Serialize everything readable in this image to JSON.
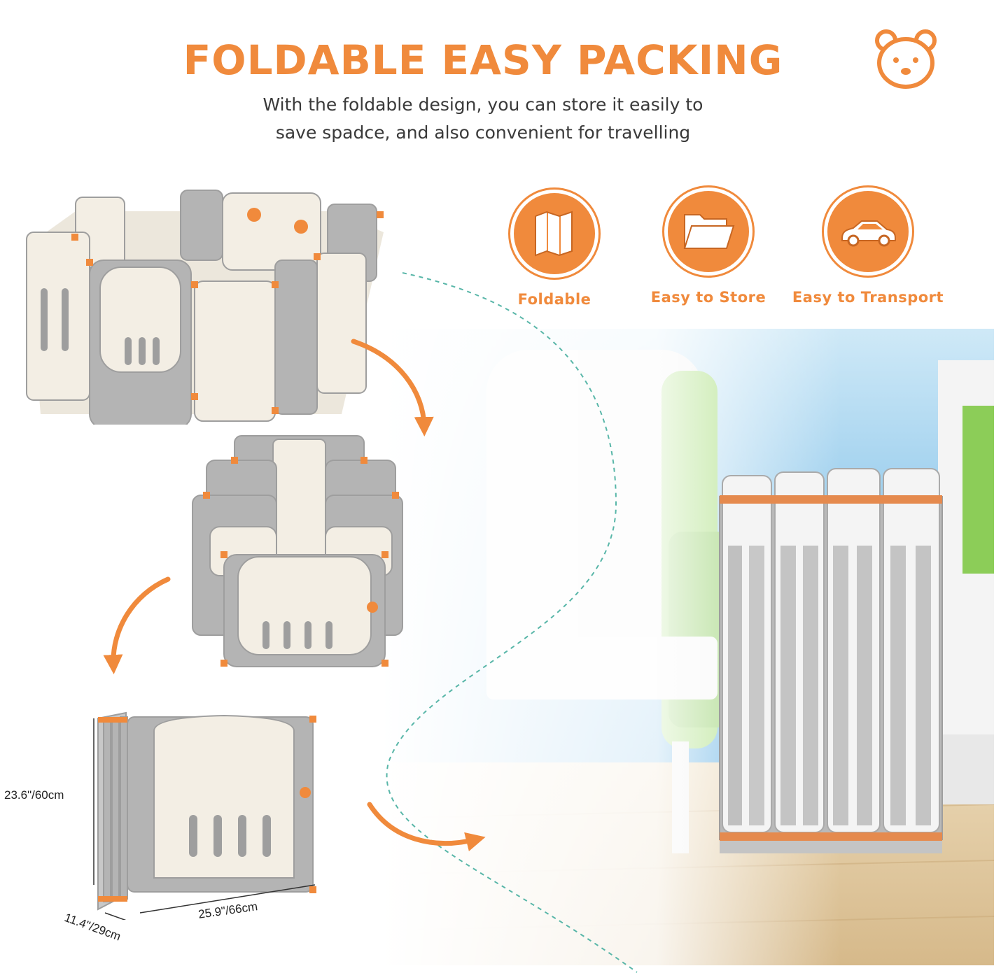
{
  "header": {
    "title": "FOLDABLE EASY PACKING",
    "subtitle_lines": [
      "With the foldable design, you can store it easily to",
      "save spadce, and also convenient for travelling"
    ]
  },
  "features": [
    {
      "label": "Foldable",
      "icon": "folded-map-icon"
    },
    {
      "label": "Easy to Store",
      "icon": "folder-icon"
    },
    {
      "label": "Easy to Transport",
      "icon": "car-icon"
    }
  ],
  "dimensions": {
    "height": "23.6\"/60cm",
    "width": "25.9\"/66cm",
    "depth": "11.4\"/29cm"
  },
  "colors": {
    "accent": "#f08a3c",
    "panel_cream": "#f3eee4",
    "panel_gray": "#b4b4b4",
    "text_gray": "#3a3a3a"
  }
}
